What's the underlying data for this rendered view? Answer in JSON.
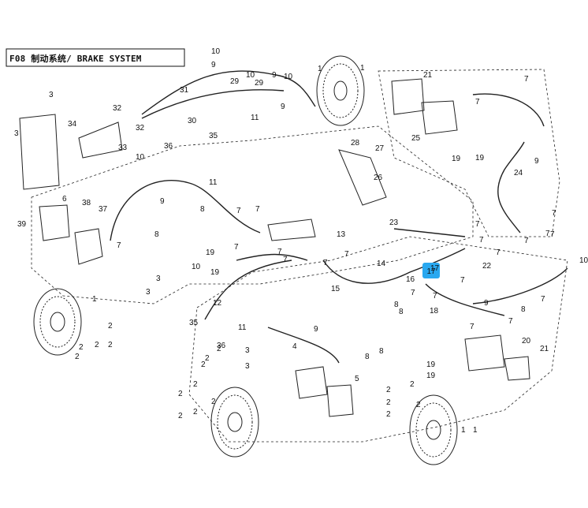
{
  "title": "F08 制动系统/ BRAKE SYSTEM",
  "highlight": {
    "label": "17",
    "color": "#29a8f0"
  },
  "callouts": [
    "10",
    "9",
    "29",
    "10",
    "9",
    "10",
    "29",
    "31",
    "30",
    "11",
    "9",
    "32",
    "32",
    "33",
    "34",
    "3",
    "3",
    "36",
    "35",
    "10",
    "11",
    "9",
    "37",
    "8",
    "7",
    "7",
    "6",
    "38",
    "39",
    "7",
    "8",
    "19",
    "19",
    "10",
    "3",
    "3",
    "7",
    "12",
    "35",
    "11",
    "9",
    "36",
    "3",
    "3",
    "4",
    "5",
    "8",
    "2",
    "2",
    "2",
    "2",
    "2",
    "2",
    "2",
    "2",
    "2",
    "2",
    "1",
    "1",
    "1",
    "1",
    "2",
    "2",
    "2",
    "2",
    "2",
    "21",
    "7",
    "7",
    "25",
    "19",
    "19",
    "28",
    "27",
    "26",
    "24",
    "9",
    "23",
    "7",
    "7",
    "7",
    "7",
    "7",
    "7",
    "7",
    "22",
    "17",
    "10",
    "14",
    "16",
    "15",
    "8",
    "7",
    "7",
    "7",
    "18",
    "9",
    "8",
    "7",
    "7",
    "20",
    "21",
    "19",
    "19",
    "7",
    "8",
    "13",
    "7",
    "7",
    "7",
    "7",
    "8",
    "2",
    "2",
    "2",
    "1"
  ]
}
